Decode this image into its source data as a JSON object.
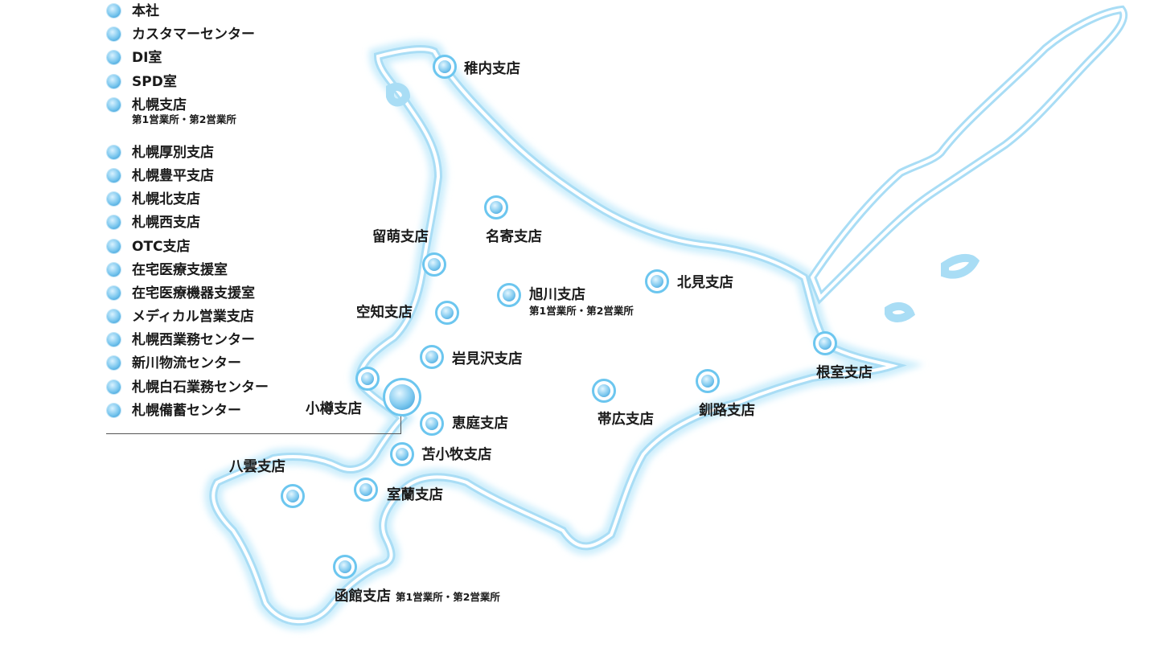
{
  "sapporo_list": [
    {
      "label": "本社"
    },
    {
      "label": "カスタマーセンター"
    },
    {
      "label": "DI室"
    },
    {
      "label": "SPD室"
    },
    {
      "label": "札幌支店",
      "sub": "第1営業所・第2営業所"
    },
    {
      "label": "札幌厚別支店"
    },
    {
      "label": "札幌豊平支店"
    },
    {
      "label": "札幌北支店"
    },
    {
      "label": "札幌西支店"
    },
    {
      "label": "OTC支店"
    },
    {
      "label": "在宅医療支援室"
    },
    {
      "label": "在宅医療機器支援室"
    },
    {
      "label": "メディカル営業支店"
    },
    {
      "label": "札幌西業務センター"
    },
    {
      "label": "新川物流センター"
    },
    {
      "label": "札幌白石業務センター"
    },
    {
      "label": "札幌備蓄センター"
    }
  ],
  "branches": {
    "wakkanai": {
      "label": "稚内支店"
    },
    "nayoro": {
      "label": "名寄支店"
    },
    "rumoi": {
      "label": "留萌支店"
    },
    "asahikawa": {
      "label": "旭川支店",
      "sub": "第1営業所・第2営業所"
    },
    "kitami": {
      "label": "北見支店"
    },
    "sorachi": {
      "label": "空知支店"
    },
    "iwamizawa": {
      "label": "岩見沢支店"
    },
    "nemuro": {
      "label": "根室支店"
    },
    "otaru": {
      "label": "小樽支店"
    },
    "eniwa": {
      "label": "恵庭支店"
    },
    "obihiro": {
      "label": "帯広支店"
    },
    "kushiro": {
      "label": "釧路支店"
    },
    "tomakomai": {
      "label": "苫小牧支店"
    },
    "yakumo": {
      "label": "八雲支店"
    },
    "muroran": {
      "label": "室蘭支店"
    },
    "hakodate": {
      "label": "函館支店",
      "sub": "第1営業所・第2営業所"
    }
  },
  "colors": {
    "map_outline": "#a9ddf5",
    "marker_ring": "#6cc6ef",
    "marker_core": "#2f95d2"
  }
}
